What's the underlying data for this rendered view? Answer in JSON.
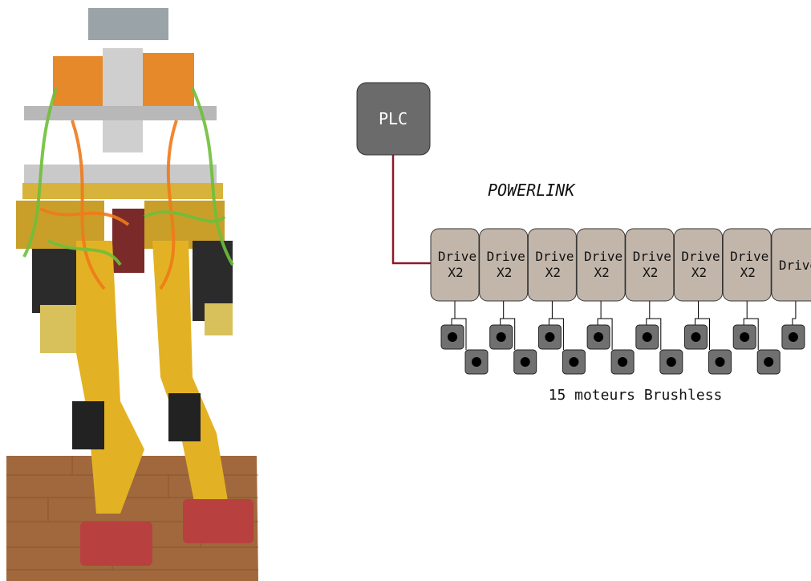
{
  "photo": {
    "description_icon": "biped-robot-photo"
  },
  "diagram": {
    "plc_label": "PLC",
    "bus_label": "POWERLINK",
    "footer_label": "15 moteurs Brushless",
    "drives": [
      {
        "line1": "Drive",
        "line2": "X2"
      },
      {
        "line1": "Drive",
        "line2": "X2"
      },
      {
        "line1": "Drive",
        "line2": "X2"
      },
      {
        "line1": "Drive",
        "line2": "X2"
      },
      {
        "line1": "Drive",
        "line2": "X2"
      },
      {
        "line1": "Drive",
        "line2": "X2"
      },
      {
        "line1": "Drive",
        "line2": "X2"
      },
      {
        "line1": "Drive",
        "line2": ""
      }
    ],
    "motors_per_drive": [
      2,
      2,
      2,
      2,
      2,
      2,
      2,
      1
    ],
    "colors": {
      "plc_fill": "#6b6b6b",
      "drive_fill": "#c2b6aa",
      "motor_fill": "#707070",
      "bus_line": "#8b1a2a",
      "wire": "#000000"
    }
  }
}
